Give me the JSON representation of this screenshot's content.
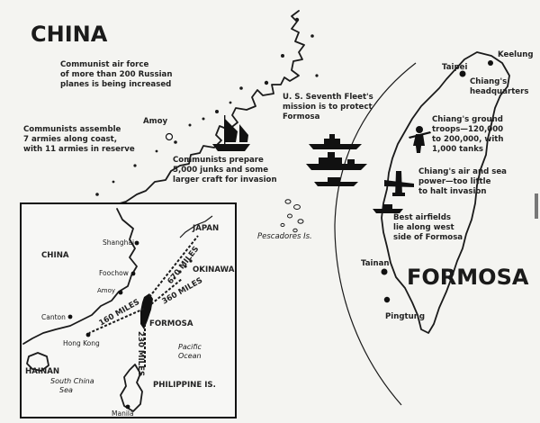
{
  "main_map": {
    "china_label": "CHINA",
    "formosa_label": "FORMOSA",
    "cities": {
      "amoy": "Amoy",
      "taipei": "Taipei",
      "keelung": "Keelung",
      "tainan": "Tainan",
      "pingtung": "Pingtung",
      "pescadores": "Pescadores Is."
    },
    "annotations": {
      "air_force": [
        "Communist air force",
        "of more than 200 Russian",
        "planes is being increased"
      ],
      "armies": [
        "Communists assemble",
        "7 armies along coast,",
        "with 11 armies in reserve"
      ],
      "junks": [
        "Communists prepare",
        "5,000 junks and some",
        "larger craft for invasion"
      ],
      "seventh_fleet": [
        "U. S. Seventh Fleet's",
        "mission is to protect",
        "Formosa"
      ],
      "chiang_hq": [
        "Chiang's",
        "headquarters"
      ],
      "ground_troops": [
        "Chiang's ground",
        "troops—120,000",
        "to 200,000, with",
        "1,000 tanks"
      ],
      "air_sea_power": [
        "Chiang's air and sea",
        "power—too little",
        "to halt invasion"
      ],
      "airfields": [
        "Best airfields",
        "lie along west",
        "side of Formosa"
      ]
    }
  },
  "inset_map": {
    "china_label": "CHINA",
    "japan_label": "JAPAN",
    "okinawa_label": "OKINAWA",
    "formosa_label": "FORMOSA",
    "hainan_label": "HAINAN",
    "philippine_label": "PHILIPPINE IS.",
    "pacific_label": [
      "Pacific",
      "Ocean"
    ],
    "south_china_sea_label": [
      "South China",
      "Sea"
    ],
    "cities": {
      "shanghai": "Shanghai",
      "foochow": "Foochow",
      "amoy": "Amoy",
      "canton": "Canton",
      "hong_kong": "Hong Kong",
      "manila": "Manila"
    },
    "distances": {
      "japan": "670 MILES",
      "okinawa": "360 MILES",
      "hong_kong": "160 MILES",
      "philippines": "230 MILES"
    }
  }
}
